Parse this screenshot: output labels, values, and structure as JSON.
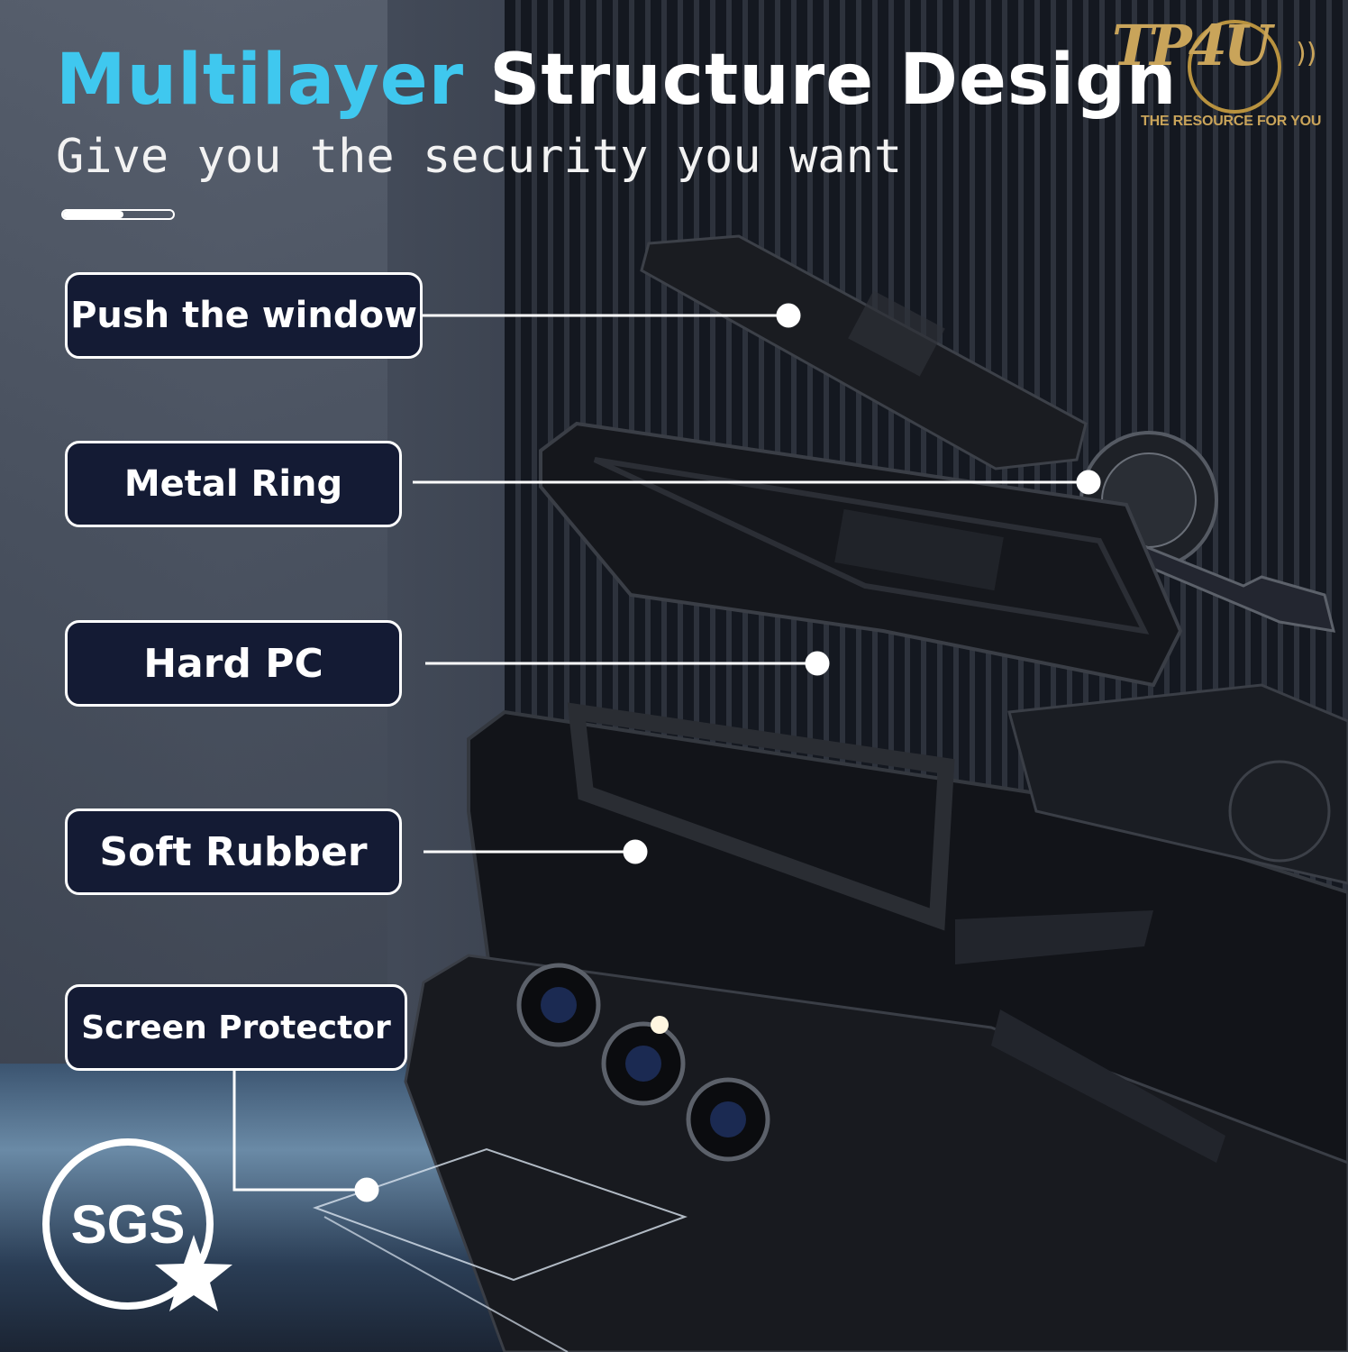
{
  "headline": {
    "accent_text": "Multilayer",
    "rest_text": "Structure Design"
  },
  "subheadline": "Give you the security you want",
  "progress_indicator": {
    "filled_fraction": 0.55
  },
  "brand": {
    "logo_mark": "TP4U",
    "tagline": "THE RESOURCE FOR YOU"
  },
  "layers": [
    {
      "label": "Push the window"
    },
    {
      "label": "Metal Ring"
    },
    {
      "label": "Hard PC"
    },
    {
      "label": "Soft Rubber"
    },
    {
      "label": "Screen Protector"
    }
  ],
  "certification_badge": "SGS",
  "colors": {
    "accent": "#3fc8ef",
    "label_fill": "#141b34",
    "label_border": "#ffffff",
    "brand_gold": "#c9a45a"
  },
  "icons": [
    "sgs-badge-icon",
    "star-icon",
    "logo-ring-icon"
  ]
}
